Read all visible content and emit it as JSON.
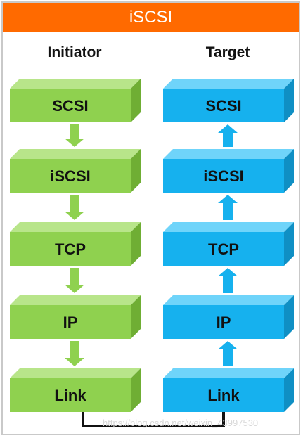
{
  "title": "iSCSI",
  "columns": {
    "initiator": {
      "label": "Initiator",
      "flow": "down",
      "layers": [
        "SCSI",
        "iSCSI",
        "TCP",
        "IP",
        "Link"
      ]
    },
    "target": {
      "label": "Target",
      "flow": "up",
      "layers": [
        "SCSI",
        "iSCSI",
        "TCP",
        "IP",
        "Link"
      ]
    }
  },
  "watermark": "https://blog.csdn.net/weixin_43997530",
  "colors": {
    "title_bar": "#ff6a00",
    "initiator_front": "#8fd14f",
    "initiator_top": "#b8e58a",
    "initiator_side": "#6fae34",
    "target_front": "#16b1ee",
    "target_top": "#6fd4fa",
    "target_side": "#0f8fc4",
    "connector": "#111111"
  }
}
